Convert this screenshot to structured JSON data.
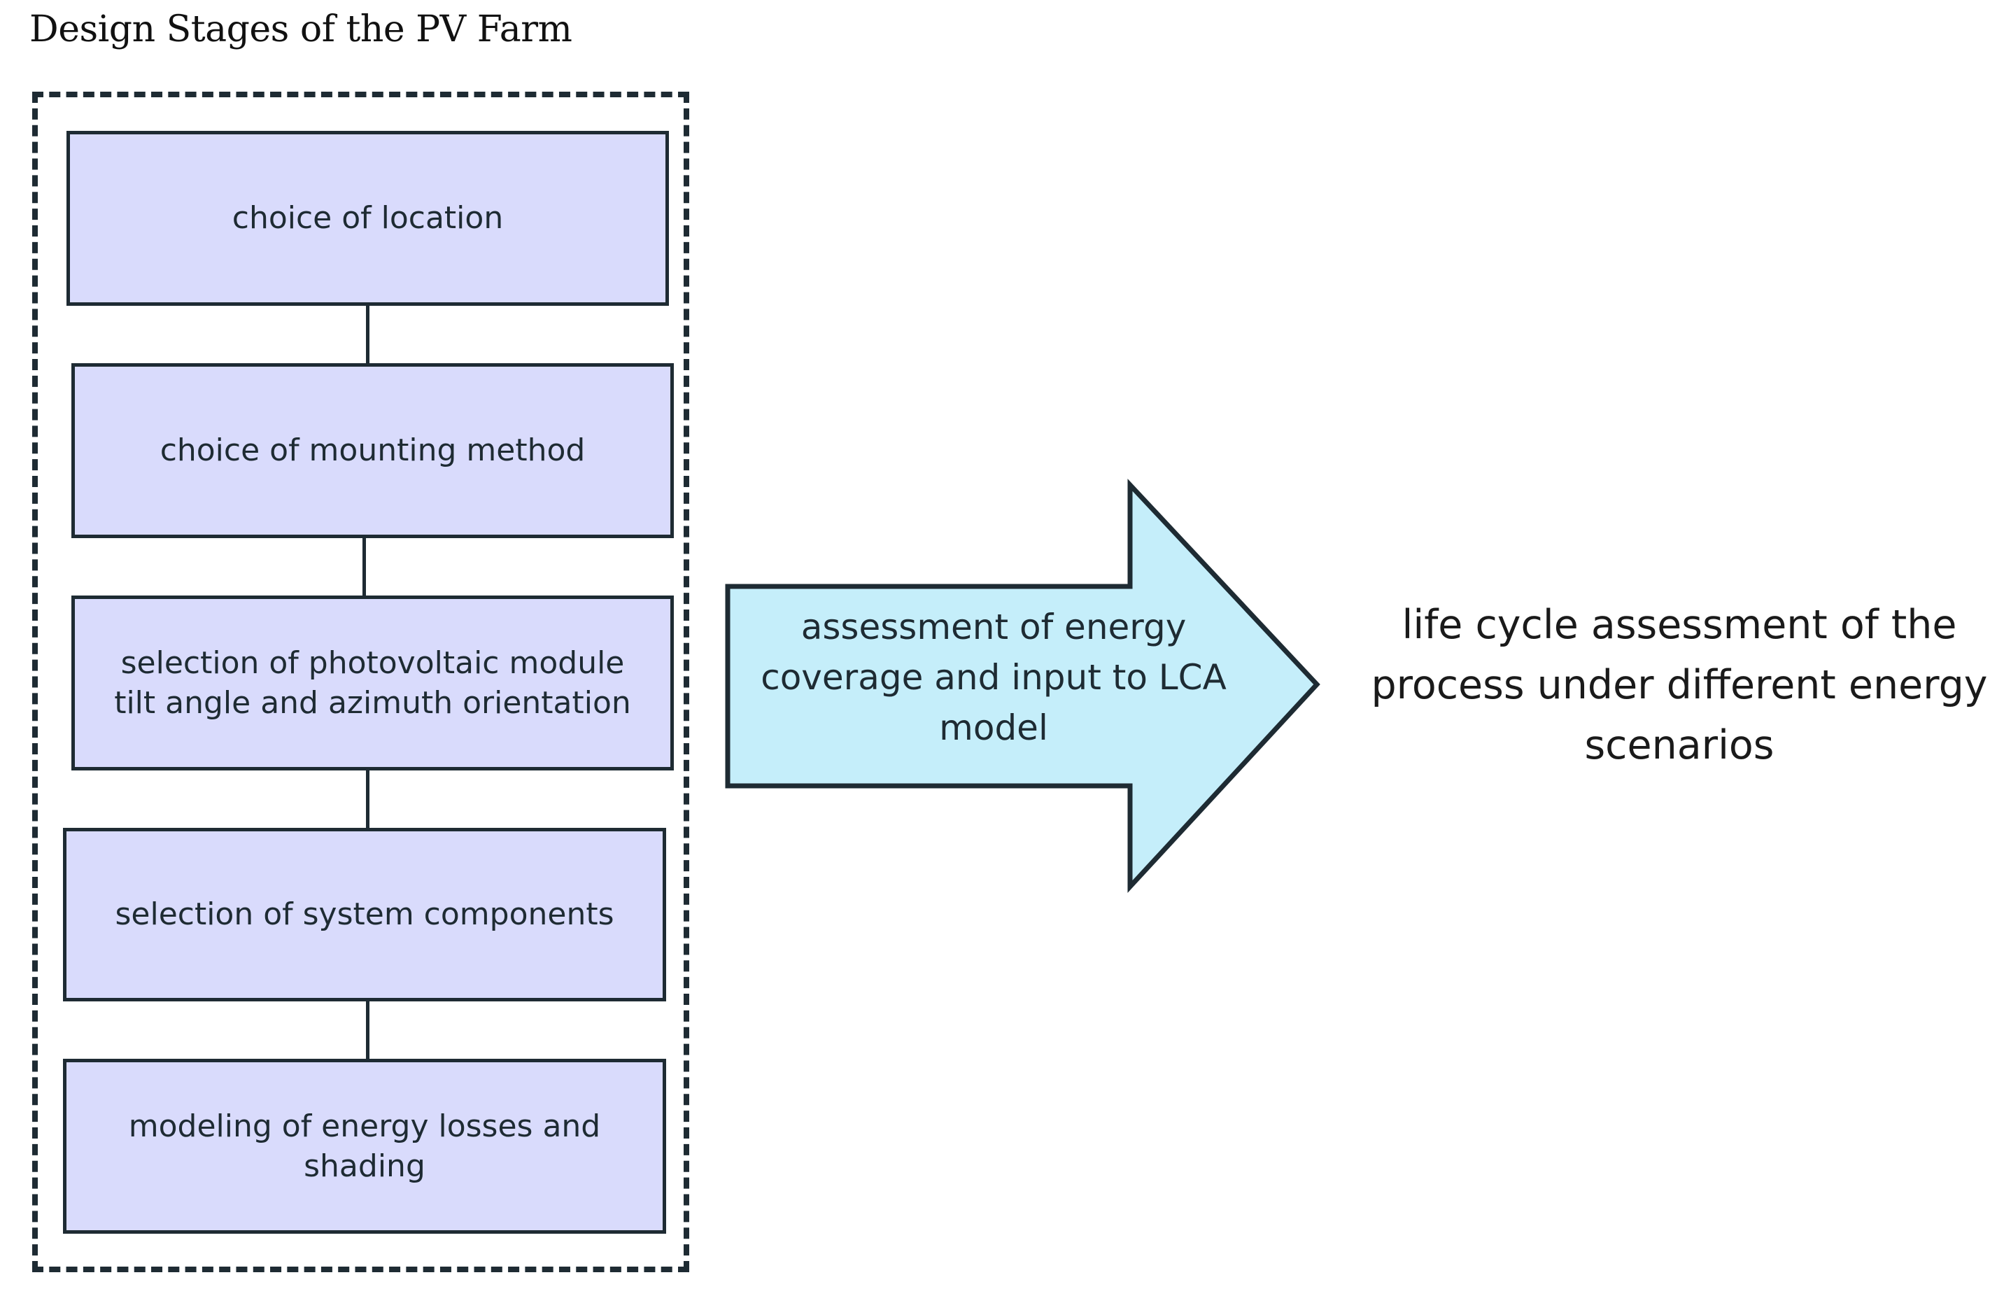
{
  "title": "Design Stages of the PV Farm",
  "stages": [
    {
      "label": "choice of location"
    },
    {
      "label": "choice of mounting method"
    },
    {
      "label": "selection of photovoltaic module tilt angle and azimuth orientation"
    },
    {
      "label": "selection of system components"
    },
    {
      "label": "modeling of energy losses and shading"
    }
  ],
  "arrow": {
    "label": "assessment of energy coverage and input to LCA model",
    "fill_color": "#c5eefa"
  },
  "result": {
    "label": "life cycle assessment of the process under different energy scenarios"
  },
  "colors": {
    "stage_fill": "#d9dbfc",
    "stroke": "#1e2b33"
  }
}
